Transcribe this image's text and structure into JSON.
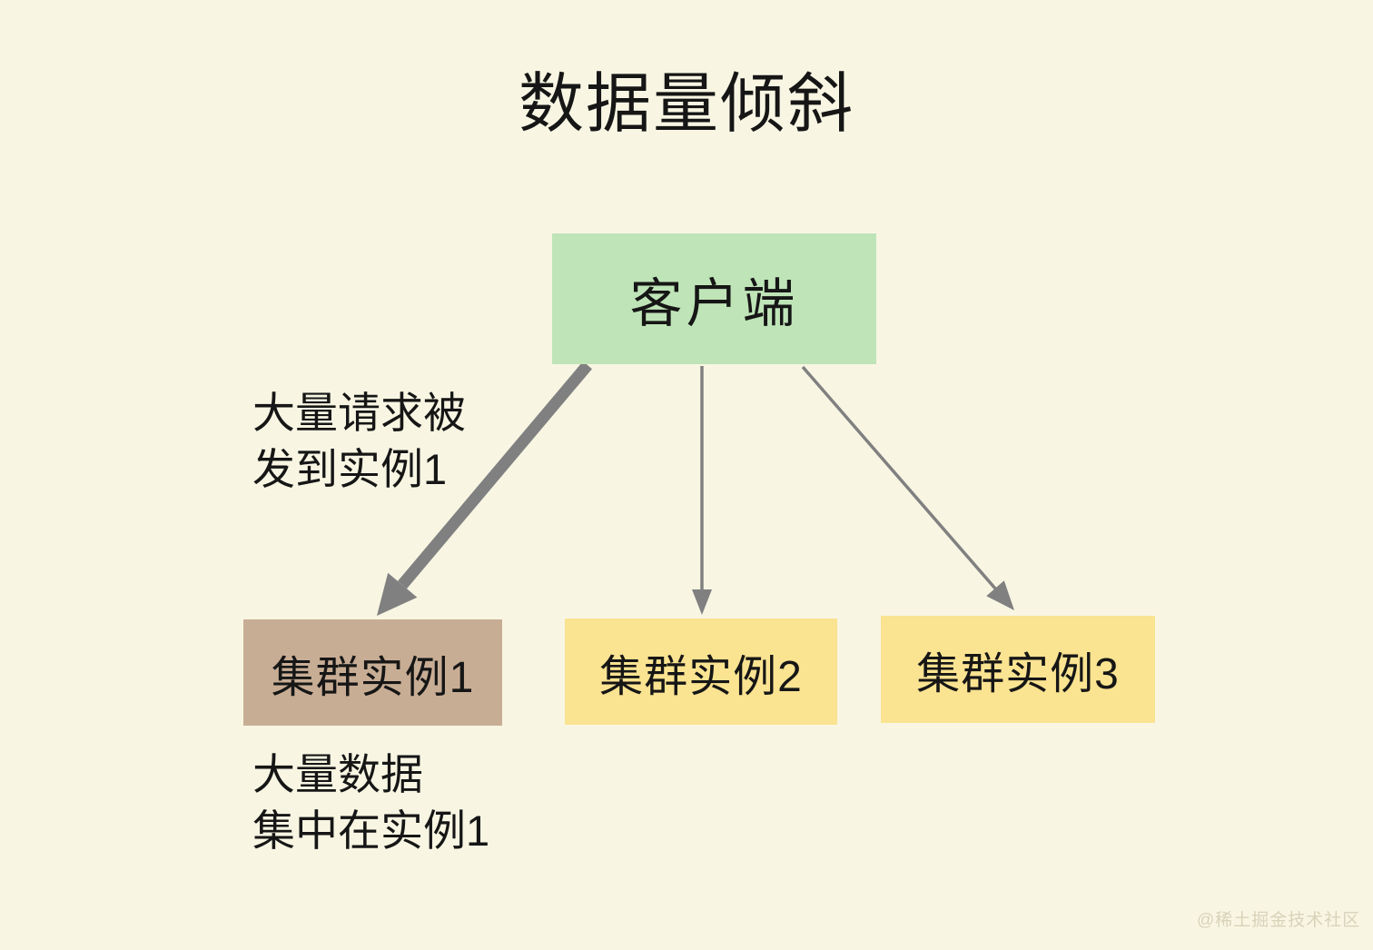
{
  "diagram": {
    "title": "数据量倾斜",
    "client": {
      "label": "客户端"
    },
    "instances": [
      {
        "label": "集群实例1"
      },
      {
        "label": "集群实例2"
      },
      {
        "label": "集群实例3"
      }
    ],
    "annotation_requests": "大量请求被\n发到实例1",
    "annotation_data": "大量数据\n集中在实例1",
    "watermark": "@稀土掘金技术社区",
    "colors": {
      "background": "#f8f6e3",
      "client_box": "#bfe4b8",
      "instance1_box": "#c8ad95",
      "instance2_box": "#fae391",
      "instance3_box": "#fae391",
      "arrow": "#808080",
      "text": "#161616",
      "watermark": "#d8d2b8"
    }
  }
}
